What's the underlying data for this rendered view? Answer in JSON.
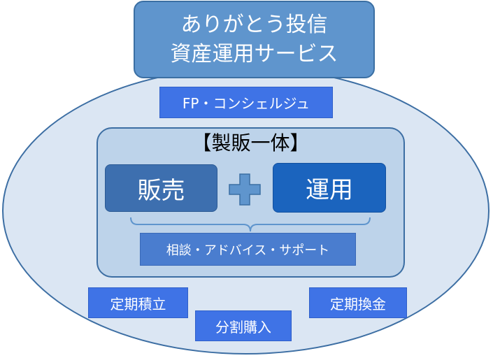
{
  "title": {
    "line1": "ありがとう投信",
    "line2": "資産運用サービス"
  },
  "fp_label": "FP・コンシェルジュ",
  "core": {
    "title": "【製販一体】",
    "sales": "販売",
    "operations": "運用",
    "consult": "相談・アドバイス・サポート"
  },
  "services": {
    "regular_investment": "定期積立",
    "regular_redemption": "定期換金",
    "split_purchase": "分割購入"
  },
  "colors": {
    "ellipse_fill": "#dbe6f3",
    "title_fill": "#5f95cd",
    "label_fill": "#3f73e6",
    "sales_fill": "#3d6faf",
    "operations_fill": "#1b64be",
    "plus_fill": "#5f95cd"
  }
}
